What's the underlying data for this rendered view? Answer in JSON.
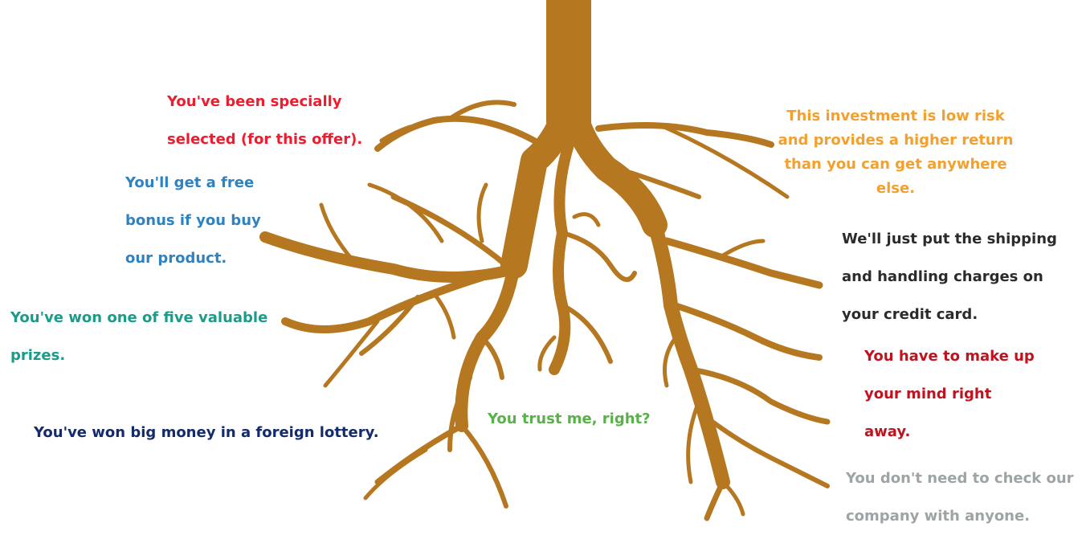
{
  "colors": {
    "root": "#b57720",
    "background": "#ffffff"
  },
  "labels": {
    "specially_selected": {
      "text": "You've been specially\nselected (for this offer).",
      "color": "#ee1c2e"
    },
    "free_bonus": {
      "text": "You'll get a free\nbonus if you buy\nour product.",
      "color": "#2f82c0"
    },
    "won_prizes": {
      "text": "You've won one of five valuable\nprizes.",
      "color": "#1a9c88"
    },
    "foreign_lottery": {
      "text": "You've won big money in a foreign lottery.",
      "color": "#132a6b"
    },
    "trust_me": {
      "text": "You trust me, right?",
      "color": "#5ab04a"
    },
    "low_risk": {
      "text": "This investment is low risk\nand provides a higher return\nthan you can get anywhere\nelse.",
      "color": "#f3a02e"
    },
    "shipping": {
      "text": "We'll just put the shipping\nand handling charges on\nyour credit card.",
      "color": "#2b2b2b"
    },
    "make_up_mind": {
      "text": "You have to make up\nyour mind right\naway.",
      "color": "#c0121f"
    },
    "check_company": {
      "text": "You don't need to check our\ncompany with anyone.",
      "color": "#9ea3a6"
    }
  }
}
